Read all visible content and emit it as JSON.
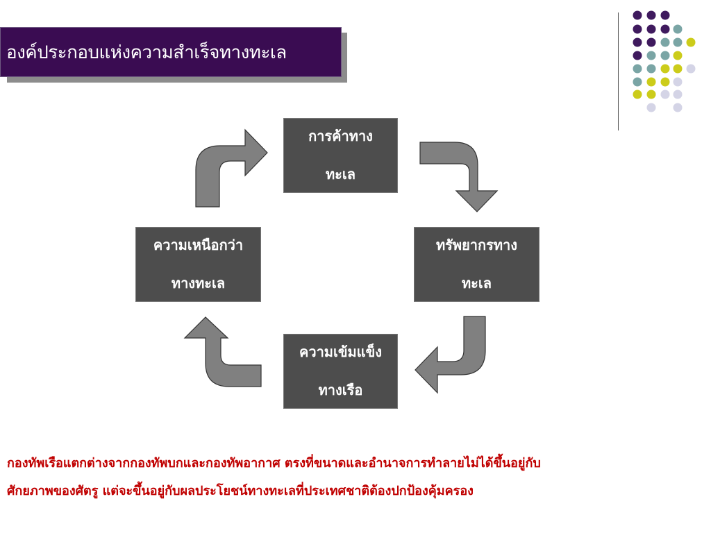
{
  "title": "องค์ประกอบแห่งความสำเร็จทางทะเล",
  "nodes": {
    "top": {
      "line1": "การค้าทาง",
      "line2": "ทะเล"
    },
    "right": {
      "line1": "ทรัพยากรทาง",
      "line2": "ทะเล"
    },
    "bottom": {
      "line1": "ความเข้มแข็ง",
      "line2": "ทางเรือ"
    },
    "left": {
      "line1": "ความเหนือกว่า",
      "line2": "ทางทะเล"
    }
  },
  "caption": {
    "line1": "กองทัพเรือแตกต่างจากกองทัพบกและกองทัพอากาศ ตรงที่ขนาดและอำนาจการทำลายไม่ได้ขึ้นอยู่กับ",
    "line2": "ศักยภาพของศัตรู แต่จะขึ้นอยู่กับผลประโยชน์ทางทะเลที่ประเทศชาติต้องปกป้องคุ้มครอง"
  },
  "colors": {
    "title_bg": "#3a0c52",
    "node_bg": "#4d4d4d",
    "arrow": "#808080",
    "caption": "#c00000",
    "dot_purple": "#3f1a5e",
    "dot_teal": "#7aa5a5",
    "dot_yellow": "#cccc1a",
    "dot_lavender": "#d4d4e6"
  }
}
